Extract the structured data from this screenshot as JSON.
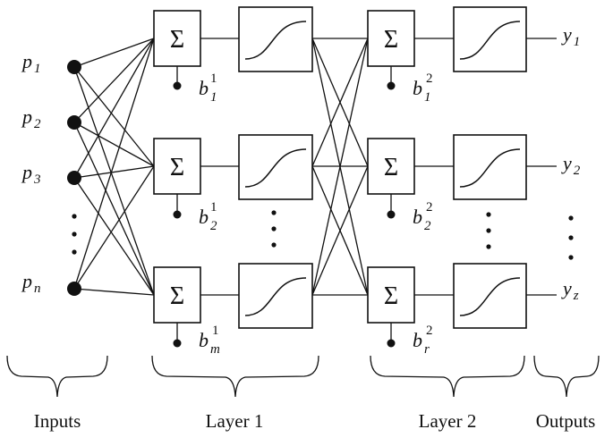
{
  "inputs": {
    "labels": [
      {
        "base": "p",
        "sub": "1"
      },
      {
        "base": "p",
        "sub": "2"
      },
      {
        "base": "p",
        "sub": "3"
      },
      {
        "base": "p",
        "sub": "n"
      }
    ]
  },
  "layer1": {
    "sum_symbol": "Σ",
    "biases": [
      {
        "base": "b",
        "sub": "1",
        "sup": "1"
      },
      {
        "base": "b",
        "sub": "2",
        "sup": "1"
      },
      {
        "base": "b",
        "sub": "m",
        "sup": "1"
      }
    ]
  },
  "layer2": {
    "sum_symbol": "Σ",
    "biases": [
      {
        "base": "b",
        "sub": "1",
        "sup": "2"
      },
      {
        "base": "b",
        "sub": "2",
        "sup": "2"
      },
      {
        "base": "b",
        "sub": "r",
        "sup": "2"
      }
    ]
  },
  "outputs": {
    "labels": [
      {
        "base": "y",
        "sub": "1"
      },
      {
        "base": "y",
        "sub": "2"
      },
      {
        "base": "y",
        "sub": "z"
      }
    ]
  },
  "groups": {
    "inputs": "Inputs",
    "layer1": "Layer 1",
    "layer2": "Layer 2",
    "outputs": "Outputs"
  }
}
